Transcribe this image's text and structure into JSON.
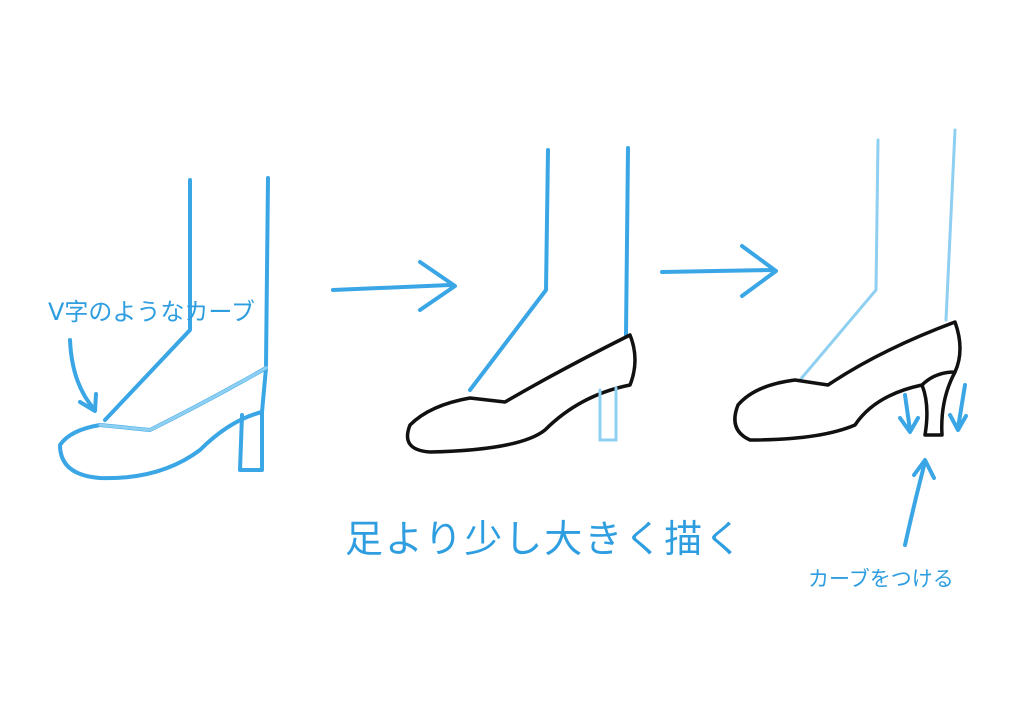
{
  "annotations": {
    "v_curve": "V字のようなカーブ",
    "draw_bigger": "足より少し大きく描く",
    "add_curve": "カーブをつける"
  },
  "colors": {
    "accent": "#3aa6e6",
    "light": "#8fd0f2",
    "outline": "#111111"
  }
}
